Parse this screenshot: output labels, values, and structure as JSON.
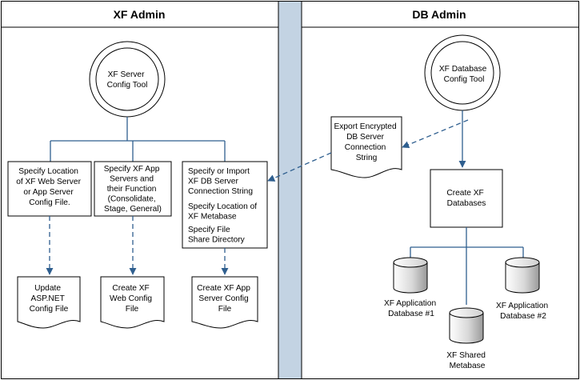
{
  "lanes": {
    "left_title": "XF Admin",
    "right_title": "DB Admin"
  },
  "xf_admin": {
    "config_tool": [
      "XF Server",
      "Config Tool"
    ],
    "step_location": [
      "Specify Location",
      "of XF Web Server",
      "or App Server",
      "Config File."
    ],
    "step_app_servers": [
      "Specify XF App",
      "Servers and",
      "their Function",
      "(Consolidate,",
      "Stage, General)"
    ],
    "step_connection": [
      "Specify or Import",
      "XF DB Server",
      "Connection String"
    ],
    "step_metabase": [
      "Specify Location of",
      "XF Metabase"
    ],
    "step_share": [
      "Specify File",
      "Share Directory"
    ],
    "doc_aspnet": [
      "Update",
      "ASP.NET",
      "Config File"
    ],
    "doc_web": [
      "Create XF",
      "Web Config",
      "File"
    ],
    "doc_app": [
      "Create XF App",
      "Server Config",
      "File"
    ]
  },
  "db_admin": {
    "config_tool": [
      "XF Database",
      "Config Tool"
    ],
    "doc_export": [
      "Export Encrypted",
      "DB Server",
      "Connection",
      "String"
    ],
    "create_dbs": [
      "Create XF",
      "Databases"
    ],
    "db_application_1": [
      "XF Application",
      "Database #1"
    ],
    "db_shared": [
      "XF Shared",
      "Metabase"
    ],
    "db_application_2": [
      "XF Application",
      "Database #2"
    ]
  },
  "colors": {
    "connector": "#2f5f8f",
    "divider": "#c3d3e3",
    "outline": "#000000"
  }
}
